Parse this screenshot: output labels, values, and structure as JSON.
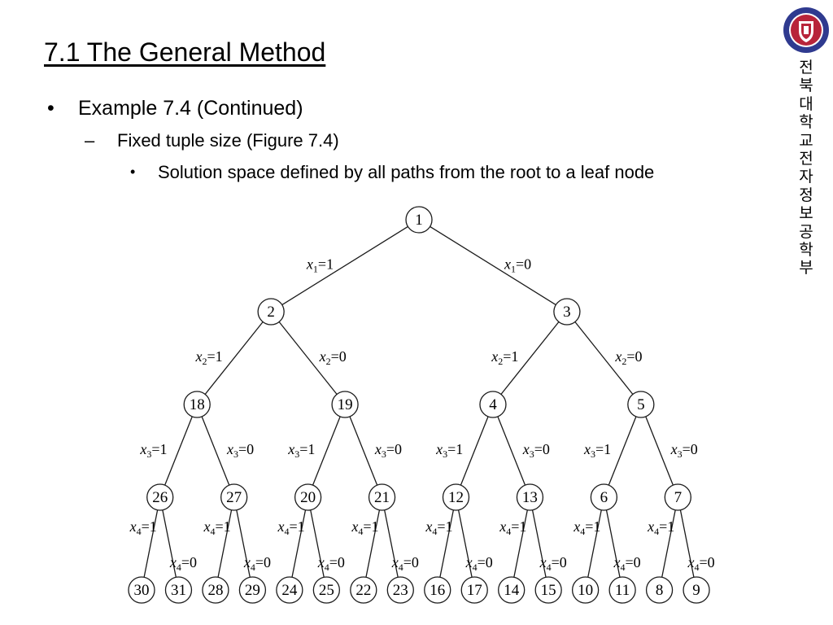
{
  "slide": {
    "title": "7.1 The General Method",
    "bullet1": {
      "marker": "•",
      "text": "Example 7.4 (Continued)"
    },
    "bullet2": {
      "marker": "–",
      "text": "Fixed tuple size (Figure 7.4)"
    },
    "bullet3": {
      "marker": "•",
      "text": "Solution space defined by all paths from the root to a leaf node"
    },
    "side_label": "전북대학교 전자정보공학부"
  },
  "tree": {
    "levels": [
      [
        "1"
      ],
      [
        "2",
        "3"
      ],
      [
        "18",
        "19",
        "4",
        "5"
      ],
      [
        "26",
        "27",
        "20",
        "21",
        "12",
        "13",
        "6",
        "7"
      ],
      [
        "30",
        "31",
        "28",
        "29",
        "24",
        "25",
        "22",
        "23",
        "16",
        "17",
        "14",
        "15",
        "10",
        "11",
        "8",
        "9"
      ]
    ],
    "edge_labels": [
      {
        "var": "x",
        "sub": "1",
        "left": "=1",
        "right": "=0"
      },
      {
        "var": "x",
        "sub": "2",
        "left": "=1",
        "right": "=0"
      },
      {
        "var": "x",
        "sub": "3",
        "left": "=1",
        "right": "=0"
      },
      {
        "var": "x",
        "sub": "4",
        "left": "=1",
        "right": "=0"
      }
    ]
  }
}
